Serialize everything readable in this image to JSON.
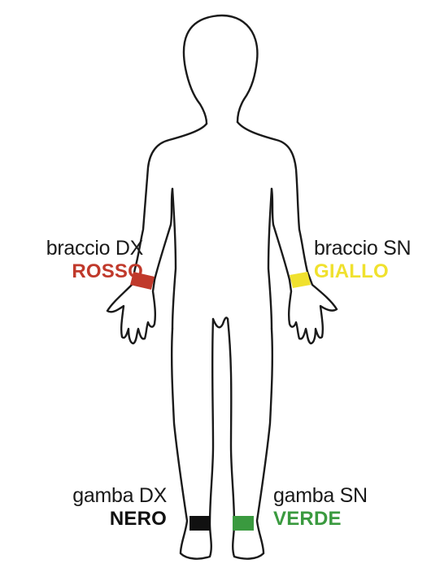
{
  "electrodes": {
    "arm_right": {
      "name": "braccio DX",
      "color_name": "ROSSO",
      "color": "#c0392b"
    },
    "arm_left": {
      "name": "braccio SN",
      "color_name": "GIALLO",
      "color": "#f0e12e"
    },
    "leg_right": {
      "name": "gamba DX",
      "color_name": "NERO",
      "color": "#111111"
    },
    "leg_left": {
      "name": "gamba SN",
      "color_name": "VERDE",
      "color": "#3a9a3f"
    }
  },
  "colors": {
    "outline": "#1a1a1a",
    "background": "#ffffff"
  }
}
